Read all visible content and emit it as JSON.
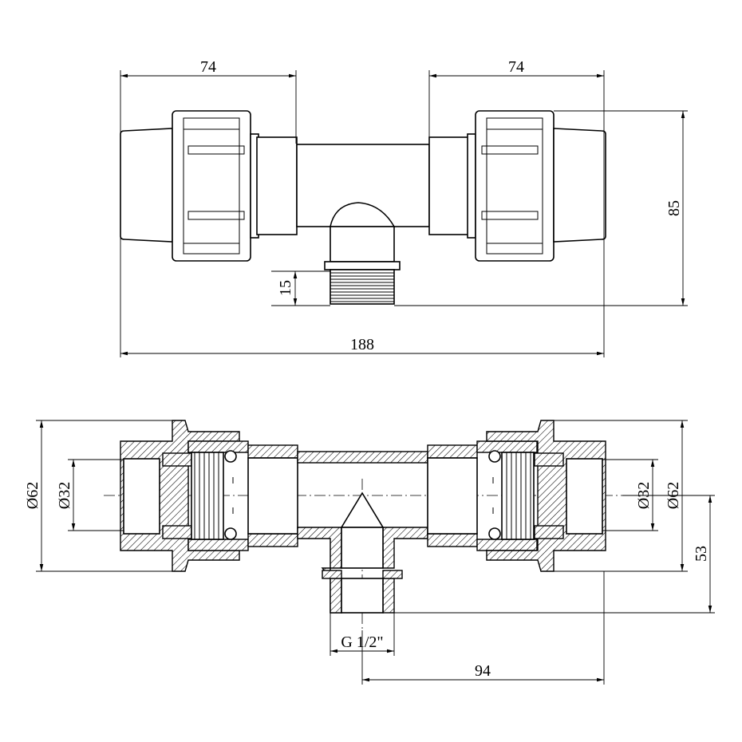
{
  "dimensions": {
    "top_left_width": "74",
    "top_right_width": "74",
    "height": "85",
    "thread_length": "15",
    "total_length": "188",
    "left_outer_diameter": "Ø62",
    "left_inner_diameter": "Ø32",
    "right_inner_diameter": "Ø32",
    "right_outer_diameter": "Ø62",
    "branch_height": "53",
    "thread_size": "G 1/2\"",
    "branch_offset": "94"
  }
}
